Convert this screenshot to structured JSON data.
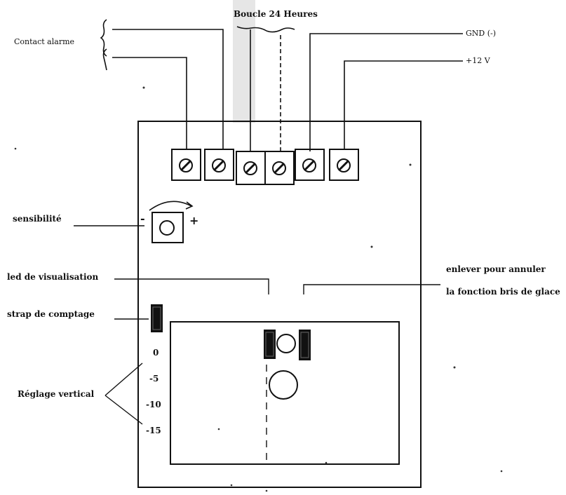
{
  "labels": {
    "boucle": "Boucle 24 Heures",
    "contact": "Contact alarme",
    "gnd": "GND (-)",
    "v12": "+12 V",
    "sensibilite": "sensibilité",
    "minus": "-",
    "plus": "+",
    "led": "led de visualisation",
    "strap": "strap de comptage",
    "enlever_1": "enlever pour annuler",
    "enlever_2": "la fonction bris de glace",
    "reglage": "Réglage vertical"
  },
  "scale_ticks": [
    "0",
    "-5",
    "-10",
    "-15"
  ],
  "colors": {
    "ink": "#111111",
    "background": "#ffffff"
  }
}
